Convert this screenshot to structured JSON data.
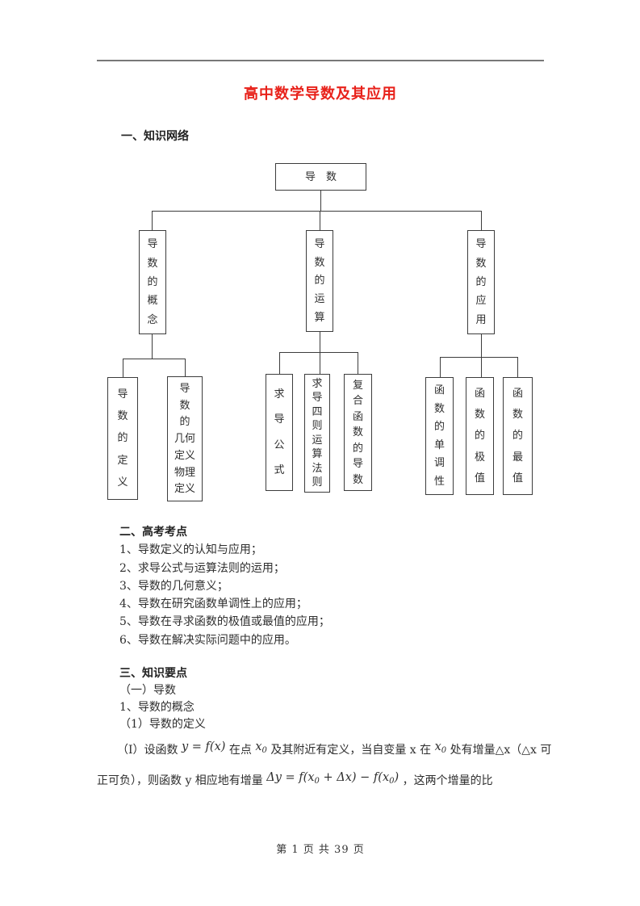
{
  "header": {
    "title": "高中数学导数及其应用"
  },
  "sections": {
    "knowledge_network": {
      "heading": "一、知识网络"
    },
    "exam_points": {
      "heading": "二、高考考点",
      "items": [
        "1、导数定义的认知与应用；",
        "2、求导公式与运算法则的运用；",
        "3、导数的几何意义；",
        "4、导数在研究函数单调性上的应用；",
        "5、导数在寻求函数的极值或最值的应用；",
        "6、导数在解决实际问题中的应用。"
      ]
    },
    "key_points": {
      "heading": "三、知识要点",
      "sub1": "（一）导数",
      "sub2": "1、导数的概念",
      "sub3": "（1）导数的定义"
    }
  },
  "flowchart": {
    "root": "导　数",
    "level2": [
      {
        "lines": [
          "导",
          "数",
          "的",
          "概",
          "念"
        ]
      },
      {
        "lines": [
          "导",
          "数",
          "的",
          "运",
          "算"
        ]
      },
      {
        "lines": [
          "导",
          "数",
          "的",
          "应",
          "用"
        ]
      }
    ],
    "level3": [
      {
        "lines": [
          "导",
          "数",
          "的",
          "定",
          "义"
        ]
      },
      {
        "lines": [
          "导",
          "数",
          "的",
          "几何",
          "定义",
          "物理",
          "定义"
        ]
      },
      {
        "lines": [
          "求",
          "导",
          "公",
          "式"
        ]
      },
      {
        "lines": [
          "求",
          "导",
          "四",
          "则",
          "运",
          "算",
          "法",
          "则"
        ]
      },
      {
        "lines": [
          "复",
          "合",
          "函",
          "数",
          "的",
          "导",
          "数"
        ]
      },
      {
        "lines": [
          "函",
          "数",
          "的",
          "单",
          "调",
          "性"
        ]
      },
      {
        "lines": [
          "函",
          "数",
          "的",
          "极",
          "值"
        ]
      },
      {
        "lines": [
          "函",
          "数",
          "的",
          "最",
          "值"
        ]
      }
    ]
  },
  "paragraph": {
    "line1": {
      "t1": "（Ⅰ）设函数 ",
      "f1": "y = f(x)",
      "t2": " 在点 ",
      "x_base": "x",
      "x_sub": "0",
      "t3": " 及其附近有定义，当自变量 x 在 ",
      "t4": " 处有增量△x（△x 可"
    },
    "line2": {
      "t1": "正可负），则函数 y 相应地有增量 ",
      "f2a": "Δy = f(x",
      "f2sub1": "0",
      "f2b": " + Δx) − f(x",
      "f2sub2": "0",
      "f2c": ")",
      "t2": " ，这两个增量的比"
    }
  },
  "footer": {
    "text": "第 1 页 共 39 页"
  },
  "colors": {
    "title_red": "#e8211a",
    "line_gray": "#787878",
    "box_border": "#3c3c3c"
  }
}
